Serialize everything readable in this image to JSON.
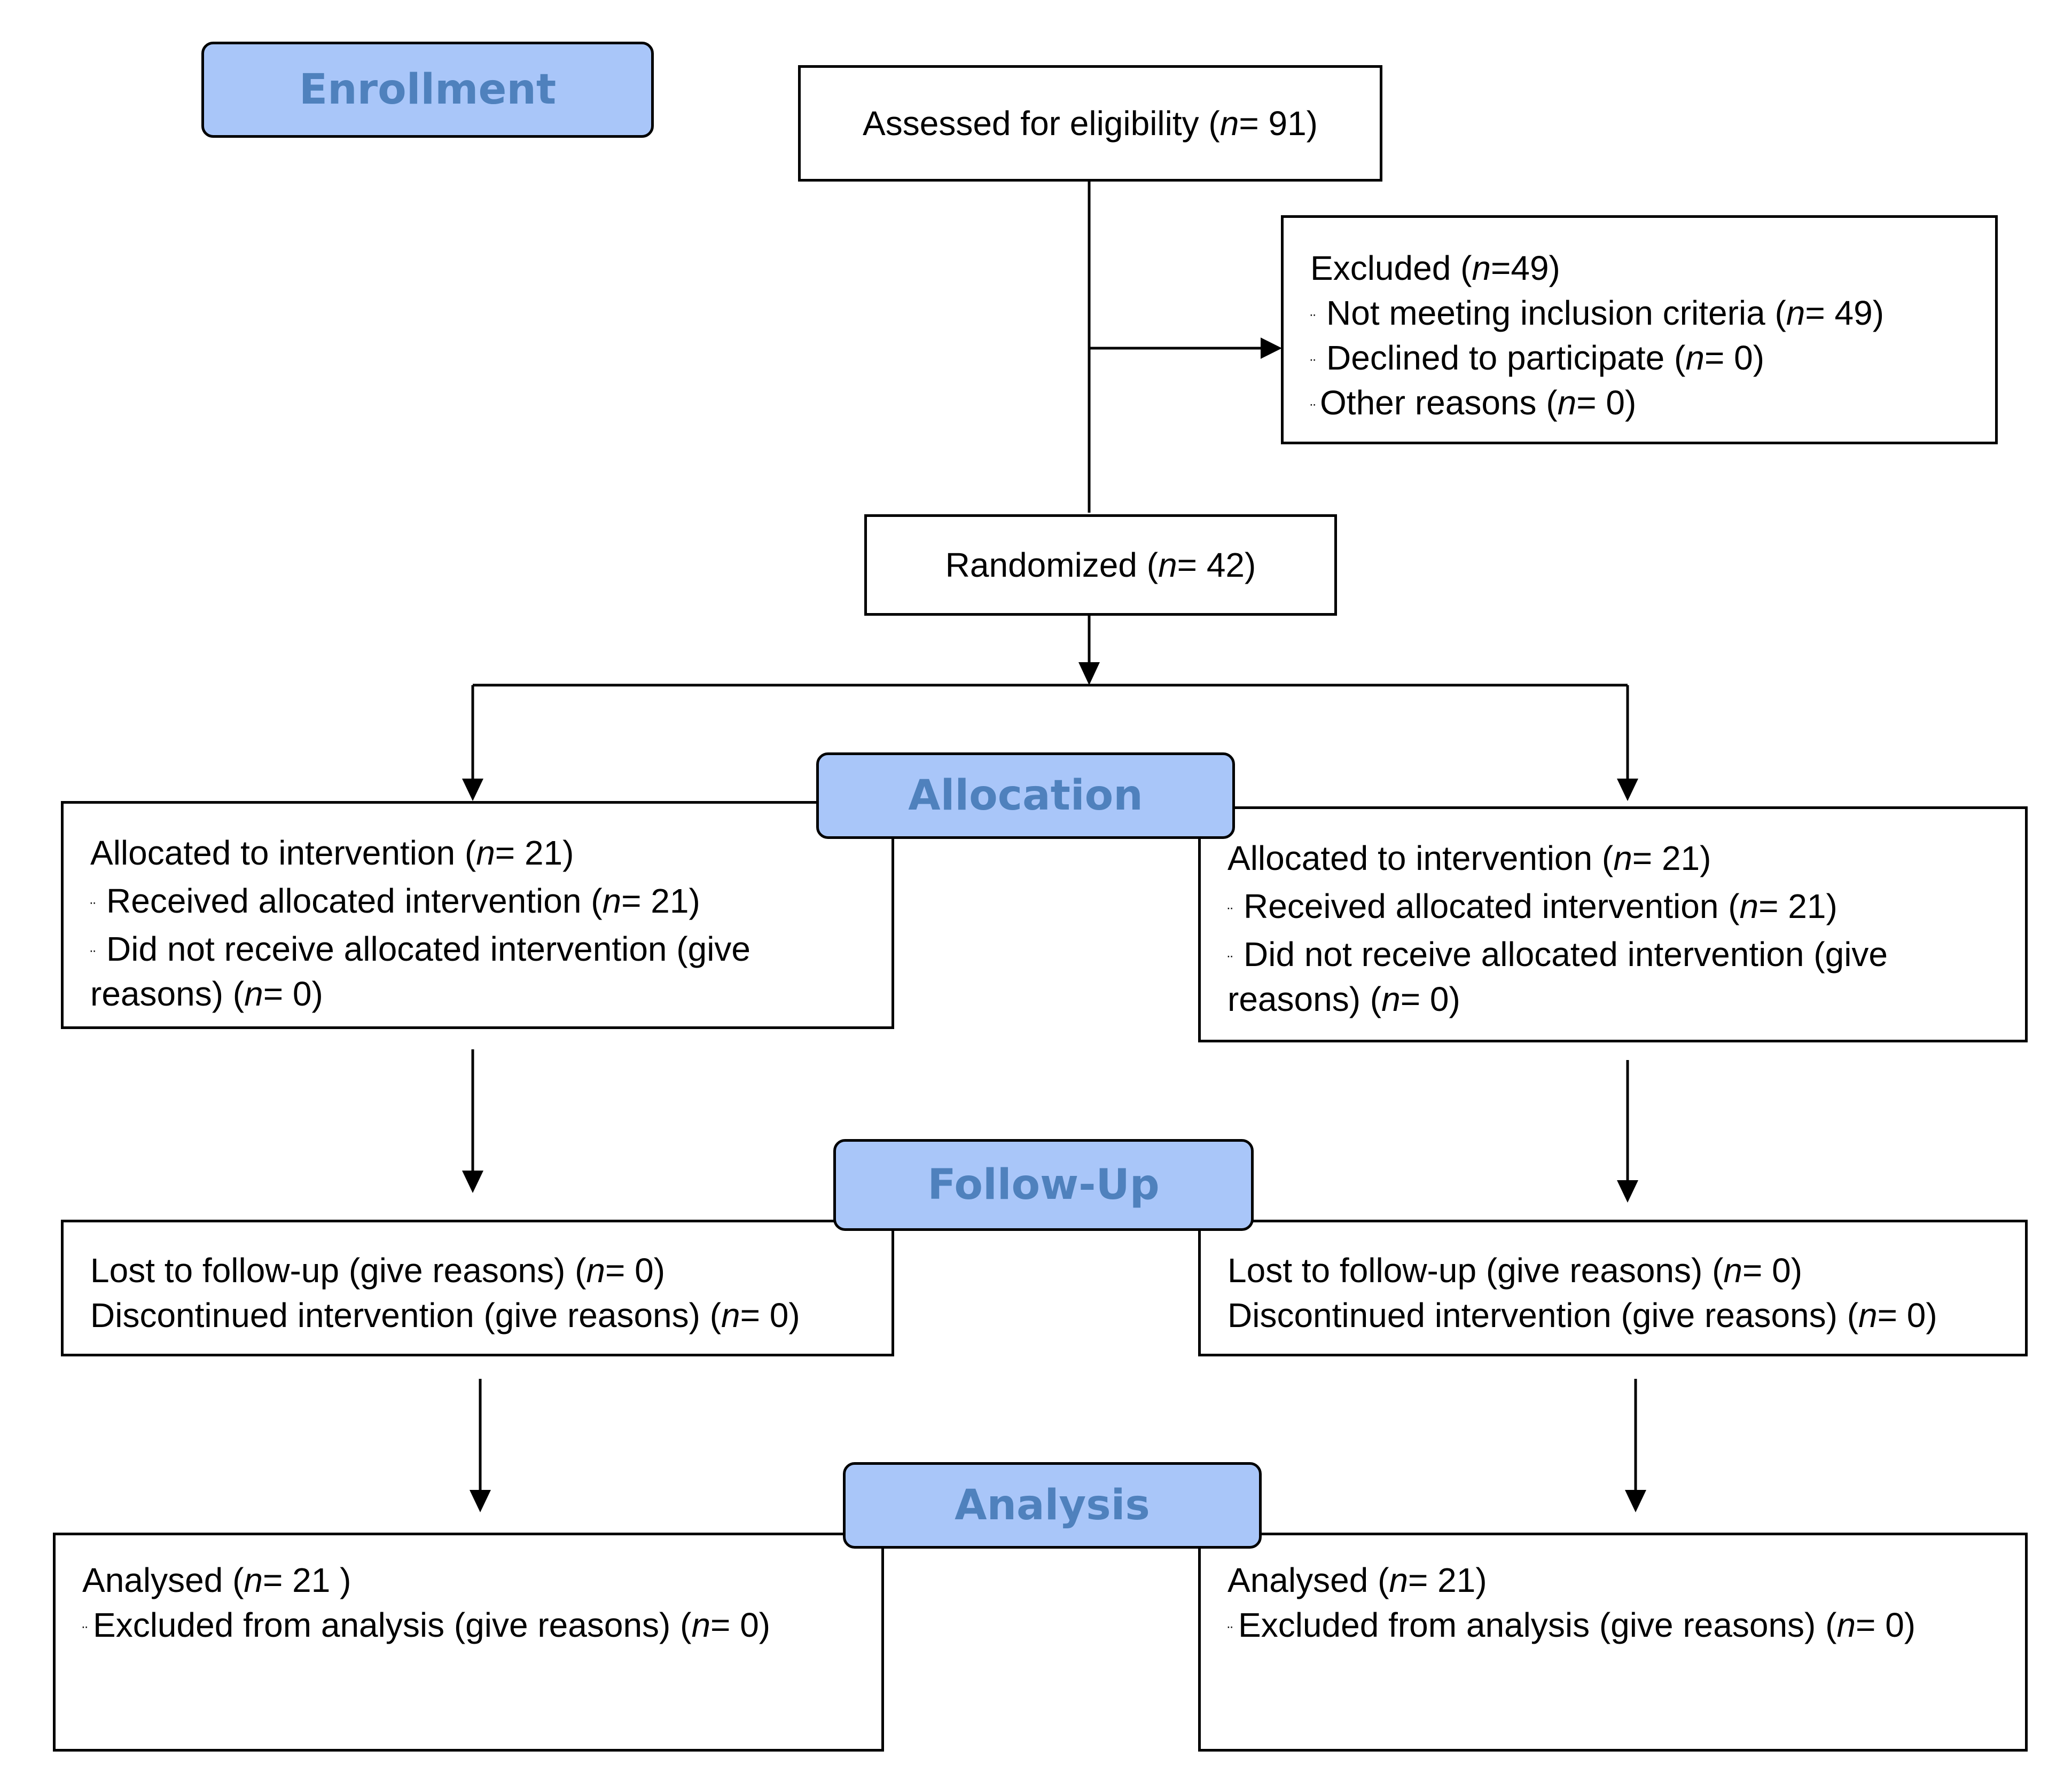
{
  "stages": {
    "enrollment": "Enrollment",
    "allocation": "Allocation",
    "follow_up": "Follow-Up",
    "analysis": "Analysis"
  },
  "bullet_glyph": "¨",
  "assessed": {
    "pre": "Assessed for eligibility (",
    "n": "n",
    "post": "= 91)"
  },
  "excluded": {
    "title": {
      "pre": "Excluded  (",
      "n": "n",
      "post": "=49)"
    },
    "items": [
      {
        "pre": "Not meeting inclusion criteria (",
        "n": "n",
        "post": "= 49)"
      },
      {
        "pre": "Declined to participate (",
        "n": "n",
        "post": "= 0)"
      },
      {
        "pre": "Other reasons (",
        "n": "n",
        "post": "= 0)"
      }
    ]
  },
  "randomized": {
    "pre": "Randomized (",
    "n": "n",
    "post": "= 42)"
  },
  "allocation_left": {
    "title": {
      "pre": "Allocated to intervention (",
      "n": "n",
      "post": "= 21)"
    },
    "received": {
      "pre": "Received allocated intervention (",
      "n": "n",
      "post": "= 21)"
    },
    "not_received_1": "Did not receive allocated intervention (give",
    "not_received_2": {
      "pre": "reasons) (",
      "n": "n",
      "post": "= 0)"
    }
  },
  "allocation_right": {
    "title": {
      "pre": "Allocated to intervention (",
      "n": "n",
      "post": "= 21)"
    },
    "received": {
      "pre": "Received allocated intervention (",
      "n": "n",
      "post": "= 21)"
    },
    "not_received_1": "Did not receive allocated intervention (give",
    "not_received_2": {
      "pre": "reasons) (",
      "n": "n",
      "post": "= 0)"
    }
  },
  "followup_left": {
    "lost": {
      "pre": "Lost to follow-up (give reasons) (",
      "n": "n",
      "post": "= 0)"
    },
    "discontinued": {
      "pre": "Discontinued intervention (give reasons) (",
      "n": "n",
      "post": "= 0)"
    }
  },
  "followup_right": {
    "lost": {
      "pre": "Lost to follow-up (give reasons) (",
      "n": "n",
      "post": "= 0)"
    },
    "discontinued": {
      "pre": "Discontinued intervention (give reasons) (",
      "n": "n",
      "post": "= 0)"
    }
  },
  "analysis_left": {
    "title": {
      "pre": "Analysed  (",
      "n": "n",
      "post": "= 21 )"
    },
    "excluded": {
      "pre": "Excluded from analysis (give reasons) (",
      "n": "n",
      "post": "= 0)"
    }
  },
  "analysis_right": {
    "title": {
      "pre": "Analysed  (",
      "n": "n",
      "post": "= 21)"
    },
    "excluded": {
      "pre": "Excluded from analysis (give reasons) (",
      "n": "n",
      "post": "= 0)"
    }
  }
}
